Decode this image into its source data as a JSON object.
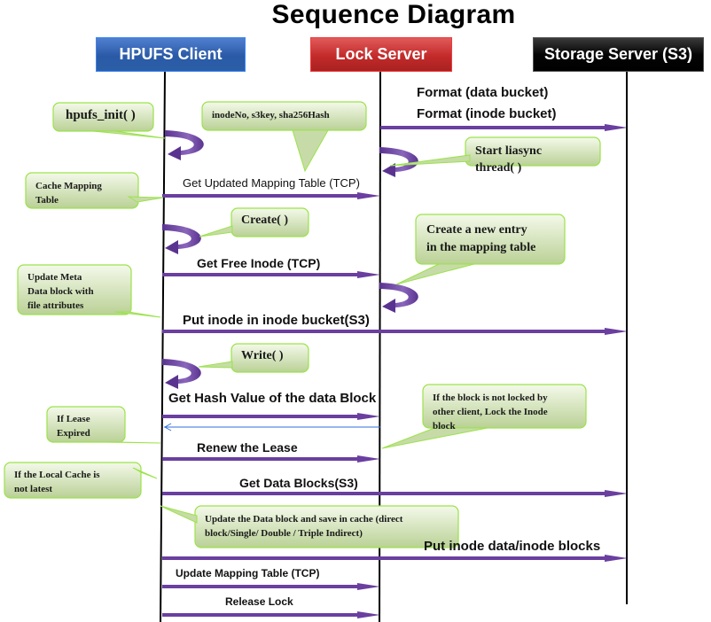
{
  "title": "Sequence Diagram",
  "actors": [
    {
      "id": "client",
      "label": "HPUFS Client",
      "color": "#2c5fa8"
    },
    {
      "id": "lock",
      "label": "Lock Server",
      "color": "#c42a2a"
    },
    {
      "id": "storage",
      "label": "Storage Server (S3)",
      "color": "#000000"
    }
  ],
  "messages": [
    {
      "label": "Format (data bucket)",
      "from": "lock",
      "to": "storage"
    },
    {
      "label": "Format (inode bucket)",
      "from": "lock",
      "to": "storage"
    },
    {
      "label": "Get Updated Mapping Table (TCP)",
      "from": "client",
      "to": "lock"
    },
    {
      "label": "Get Free Inode (TCP)",
      "from": "client",
      "to": "lock"
    },
    {
      "label": "Put inode in inode bucket(S3)",
      "from": "client",
      "to": "storage"
    },
    {
      "label": "Get Hash Value of the data Block",
      "from": "client",
      "to": "lock"
    },
    {
      "label": "",
      "from": "lock",
      "to": "client",
      "style": "return"
    },
    {
      "label": "Renew the Lease",
      "from": "client",
      "to": "lock"
    },
    {
      "label": "Get Data Blocks(S3)",
      "from": "client",
      "to": "storage"
    },
    {
      "label": "Put inode data/inode blocks",
      "from": "client",
      "to": "storage"
    },
    {
      "label": "Update Mapping Table (TCP)",
      "from": "client",
      "to": "lock"
    },
    {
      "label": "Release Lock",
      "from": "client",
      "to": "lock"
    }
  ],
  "self_calls": [
    {
      "actor": "client",
      "note": "hpufs_init()"
    },
    {
      "actor": "lock",
      "note": "Start liasync thread( )"
    },
    {
      "actor": "client",
      "note": "Create()"
    },
    {
      "actor": "lock",
      "note": "Create a new entry in the mapping table"
    },
    {
      "actor": "client",
      "note": "Write( )"
    }
  ],
  "notes": {
    "hpufs_init": "hpufs_init( )",
    "inode_fields": "inodeNo, s3key, sha256Hash",
    "start_thread_1": "Start liasync",
    "start_thread_2": "thread( )",
    "cache_mapping_1": "Cache Mapping",
    "cache_mapping_2": "Table",
    "create": "Create( )",
    "new_entry_1": "Create a new entry",
    "new_entry_2": "in the mapping table",
    "update_meta_1": "Update Meta",
    "update_meta_2": "Data block with",
    "update_meta_3": "file attributes",
    "write": "Write( )",
    "lease_1": "If Lease",
    "lease_2": "Expired",
    "lock_inode_1": "If the block is not locked by",
    "lock_inode_2": "other client, Lock the Inode",
    "lock_inode_3": "block",
    "local_cache_1": "If the Local Cache is",
    "local_cache_2": "not latest",
    "update_block_1": "Update the Data block and save in cache (direct",
    "update_block_2": "block/Single/ Double / Triple Indirect)"
  },
  "colors": {
    "arrow": "#6a3fa0",
    "return_arrow": "#2f6fdc",
    "note_border": "#9be34a",
    "note_fill_top": "#f2f7e8",
    "note_fill_bottom": "#bcd39a",
    "lifeline": "#000000"
  }
}
